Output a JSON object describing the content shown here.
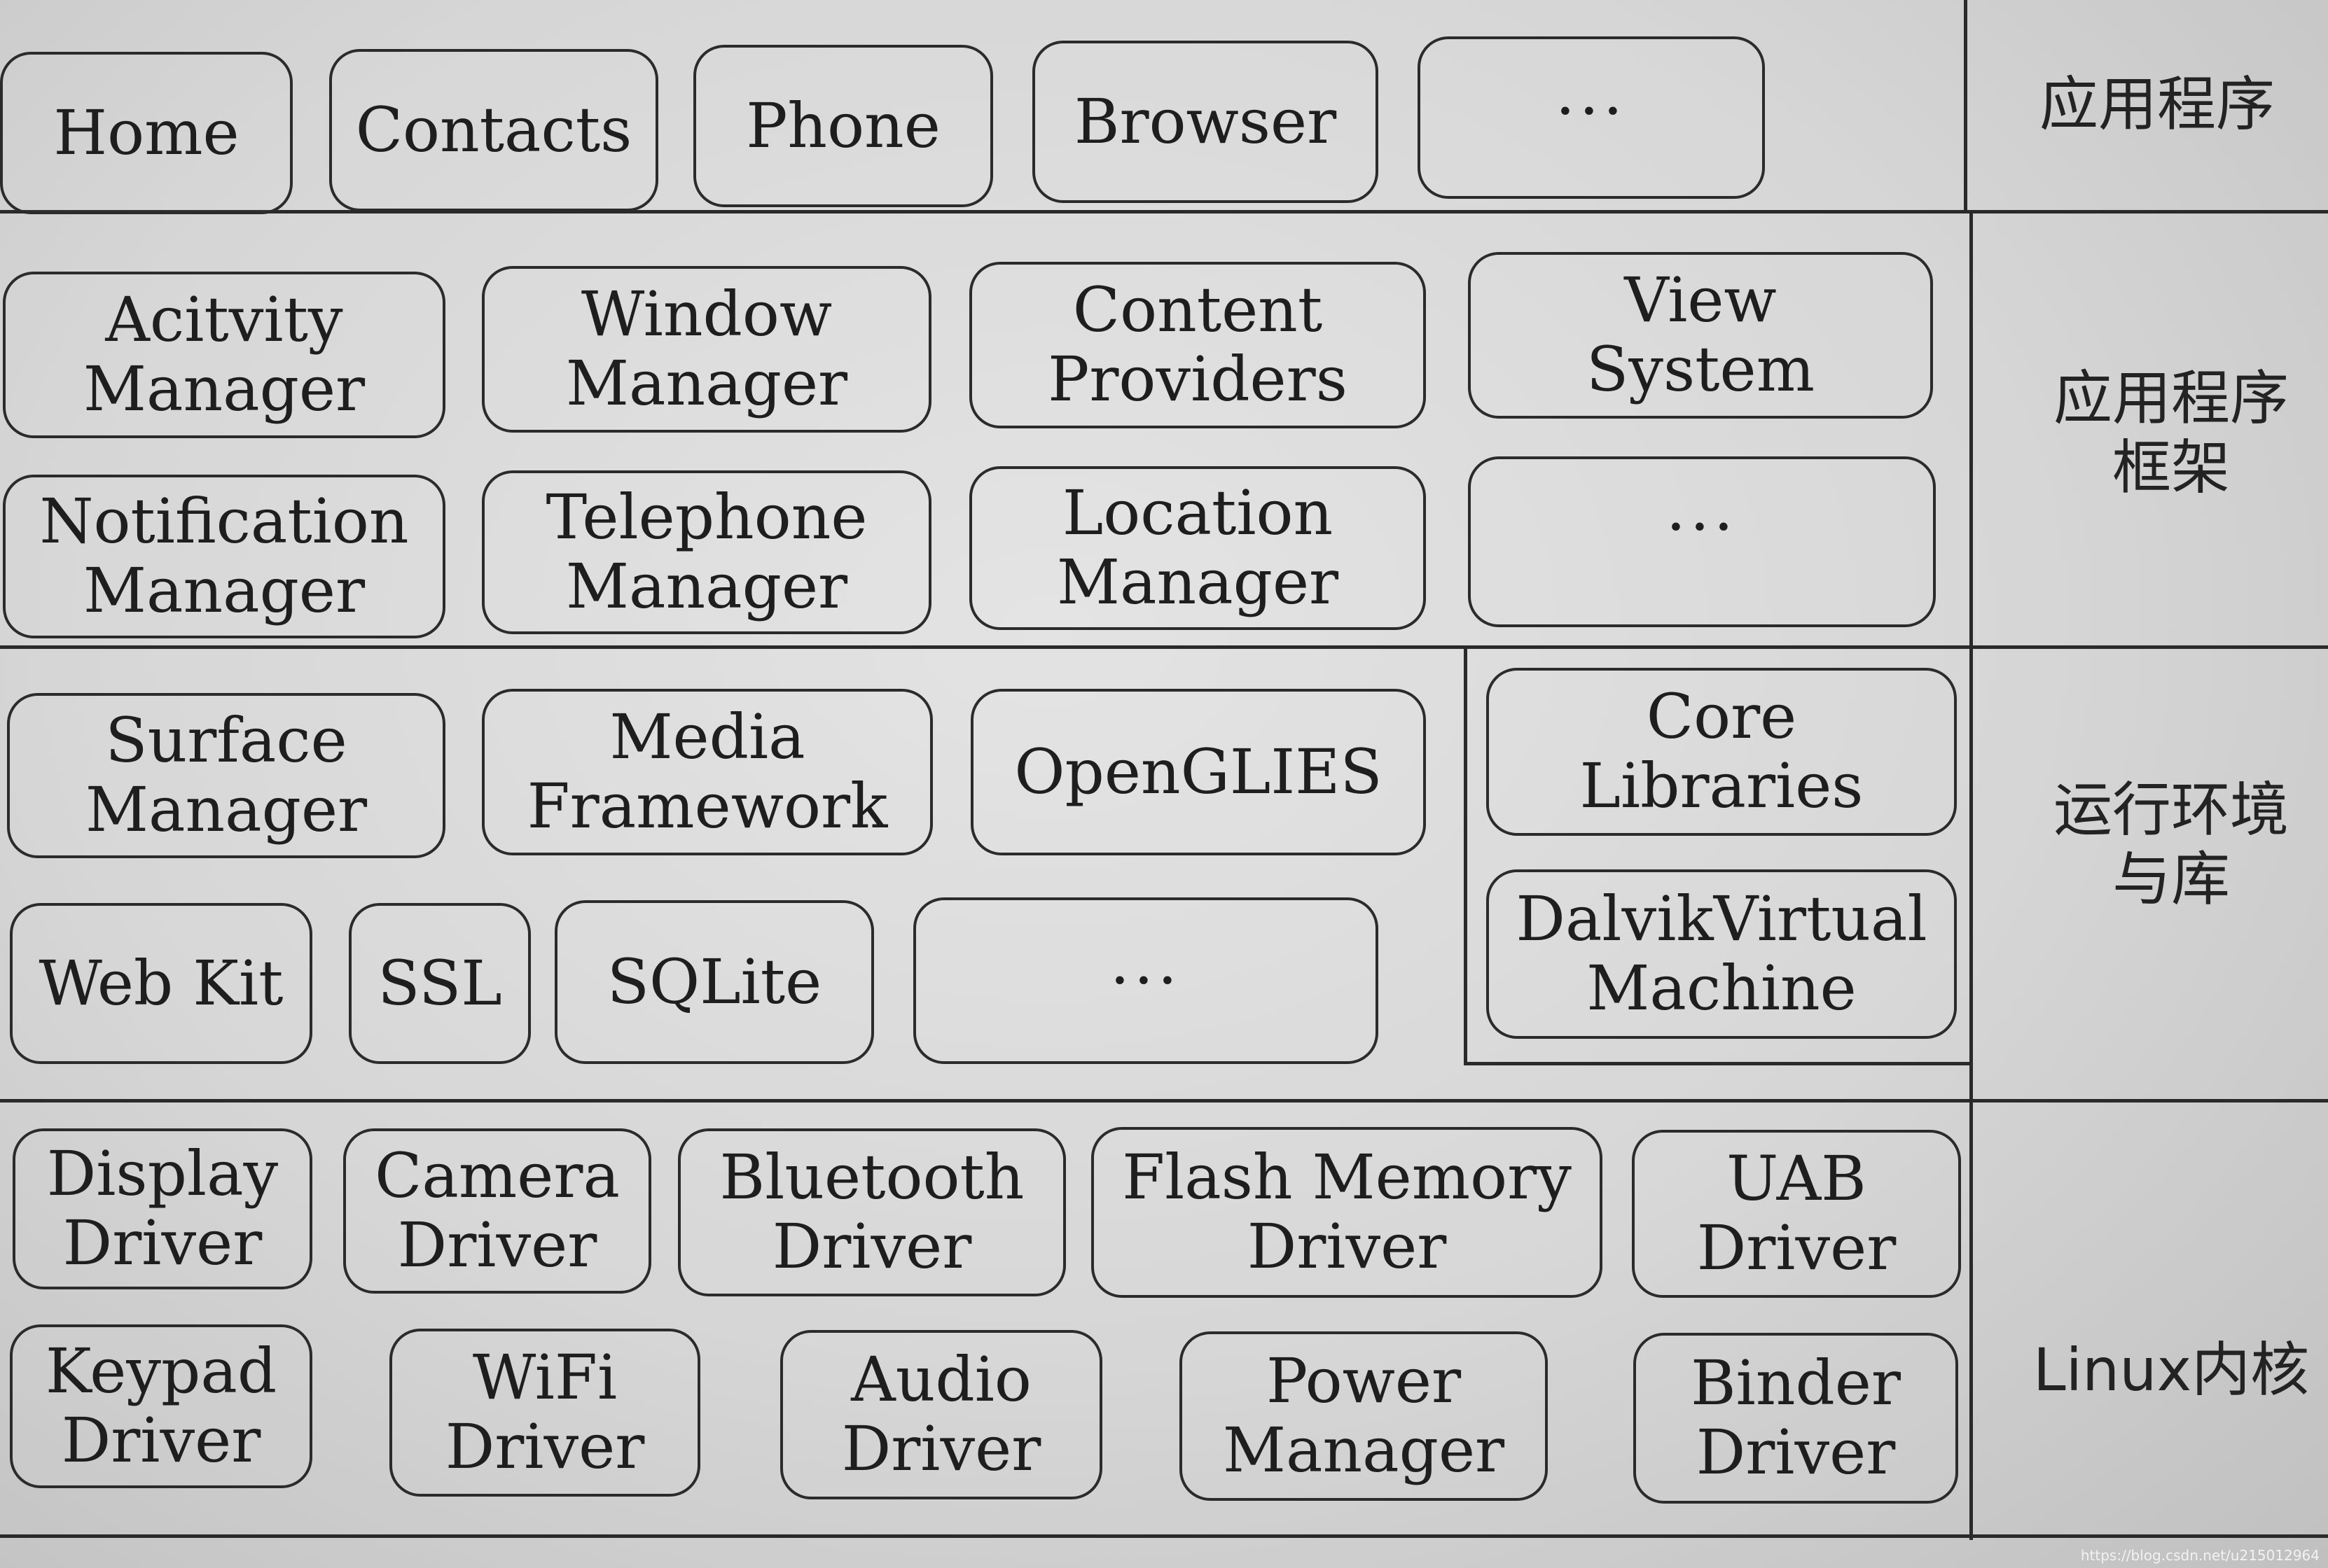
{
  "layers": {
    "applications": {
      "label": "应用程序",
      "boxes": [
        "Home",
        "Contacts",
        "Phone",
        "Browser",
        "···"
      ]
    },
    "framework": {
      "label": "应用程序\n框架",
      "boxes": [
        "Acitvity\nManager",
        "Window\nManager",
        "Content\nProviders",
        "View\nSystem",
        "Notification\nManager",
        "Telephone\nManager",
        "Location\nManager",
        "···"
      ]
    },
    "runtime": {
      "label": "运行环境\n与库",
      "boxes": [
        "Surface\nManager",
        "Media\nFramework",
        "OpenGLIES",
        "Core\nLibraries",
        "Web Kit",
        "SSL",
        "SQLite",
        "···",
        "DalvikVirtual\nMachine"
      ]
    },
    "kernel": {
      "label": "Linux内核",
      "boxes": [
        "Display\nDriver",
        "Camera\nDriver",
        "Bluetooth\nDriver",
        "Flash Memory\nDriver",
        "UAB\nDriver",
        "Keypad\nDriver",
        "WiFi\nDriver",
        "Audio\nDriver",
        "Power\nManager",
        "Binder\nDriver"
      ]
    }
  },
  "watermark": "https://blog.csdn.net/u215012964"
}
